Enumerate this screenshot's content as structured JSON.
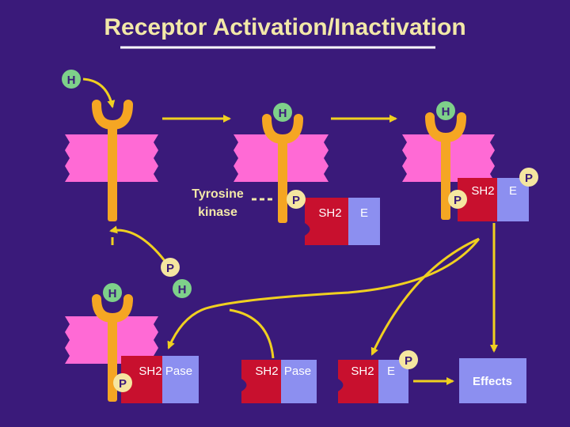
{
  "title": "Receptor Activation/Inactivation",
  "labels": {
    "hormone": "H",
    "phosphate": "P",
    "tyrosine_kinase_line1": "Tyrosine",
    "tyrosine_kinase_line2": "kinase",
    "sh2": "SH2",
    "effector": "E",
    "phosphatase": "Pase",
    "effects": "Effects"
  },
  "colors": {
    "background": "#3a1a7a",
    "title": "#f2e8a8",
    "receptor": "#f5a623",
    "membrane": "#ff6ad5",
    "hormone_circle": "#7ed08a",
    "phosphate_circle": "#f5e6a0",
    "sh2_block": "#c8102e",
    "effector_block": "#8c8ff0",
    "arrow": "#f0d020",
    "label_text": "#f2e8a8"
  }
}
